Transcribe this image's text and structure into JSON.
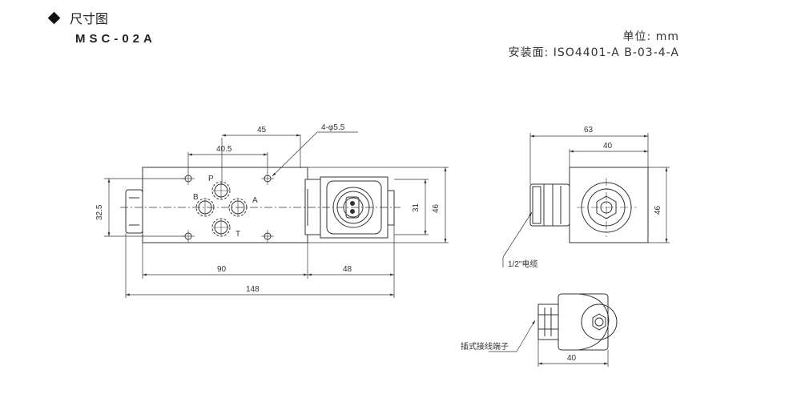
{
  "header": {
    "title": "尺寸图",
    "model": "MSC-02A",
    "unit": "单位: mm",
    "mounting": "安装面: ISO4401-A B-03-4-A"
  },
  "front_view": {
    "dim_45": "45",
    "dim_40_5": "40.5",
    "dim_32_5": "32.5",
    "dim_90": "90",
    "dim_48": "48",
    "dim_148": "148",
    "dim_31": "31",
    "dim_46": "46",
    "holes_label": "4-φ5.5",
    "port_p": "P",
    "port_a": "A",
    "port_b": "B",
    "port_t": "T"
  },
  "side_view": {
    "dim_63": "63",
    "dim_40": "40",
    "dim_46": "46",
    "cable_label": "1/2\"电缆"
  },
  "bottom_view": {
    "dim_40": "40",
    "terminal_label": "插式接线端子"
  }
}
